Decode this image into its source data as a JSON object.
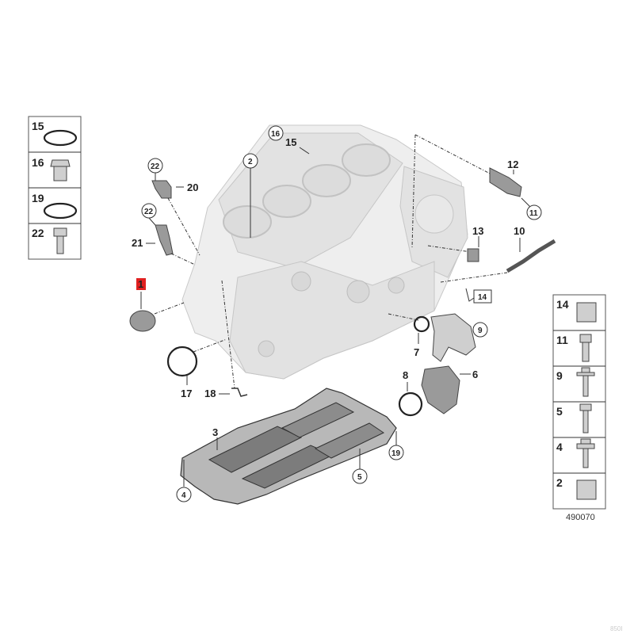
{
  "callouts": {
    "c1": "1",
    "c2": "2",
    "c3": "3",
    "c4": "4",
    "c5": "5",
    "c6": "6",
    "c7": "7",
    "c8": "8",
    "c9": "9",
    "c10": "10",
    "c11": "11",
    "c12": "12",
    "c13": "13",
    "c14": "14",
    "c15": "15",
    "c16": "16",
    "c17": "17",
    "c18": "18",
    "c19": "19",
    "c20": "20",
    "c21": "21",
    "c22a": "22",
    "c22b": "22"
  },
  "left_panel": {
    "items": [
      "15",
      "16",
      "19",
      "22"
    ]
  },
  "right_panel": {
    "items": [
      "14",
      "11",
      "9",
      "5",
      "4",
      "2"
    ]
  },
  "diagram_id": "490070",
  "watermark": "850I",
  "colors": {
    "highlight": "#e02020",
    "line": "#333333"
  }
}
